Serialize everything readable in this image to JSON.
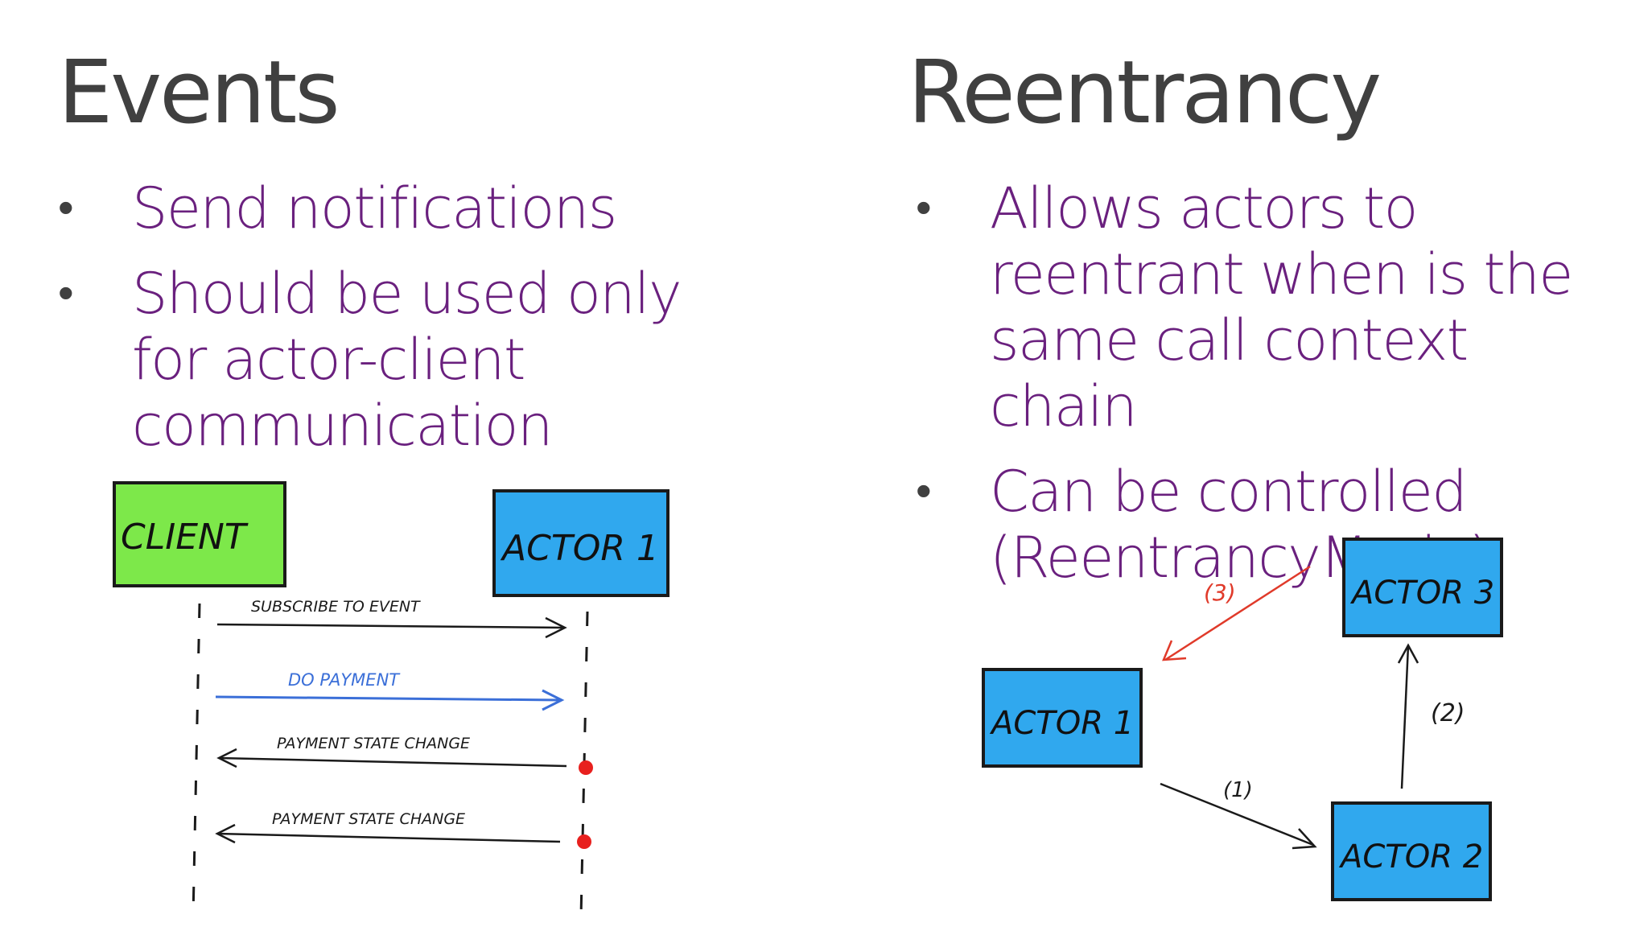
{
  "left": {
    "title": "Events",
    "bullets": [
      {
        "text": "Send notifications"
      },
      {
        "text": "Should be used only for actor-client communication"
      }
    ],
    "diagram": {
      "client_label": "CLIENT",
      "actor_label": "ACTOR 1",
      "messages": [
        {
          "label": "SUBSCRIBE TO EVENT",
          "direction": "right",
          "color": "#1a1a1a"
        },
        {
          "label": "DO PAYMENT",
          "direction": "right",
          "color": "#3b6fd8"
        },
        {
          "label": "PAYMENT STATE CHANGE",
          "direction": "left",
          "color": "#1a1a1a"
        },
        {
          "label": "PAYMENT STATE CHANGE",
          "direction": "left",
          "color": "#1a1a1a"
        }
      ],
      "colors": {
        "client_box": "#7de84a",
        "actor_box": "#30a8ee",
        "event_dot": "#e8201e"
      }
    }
  },
  "right": {
    "title": "Reentrancy",
    "bullets": [
      {
        "text": "Allows actors to reentrant when is the same call context chain"
      },
      {
        "text": "Can be controlled (ReentrancyMode)"
      }
    ],
    "diagram": {
      "actors": [
        {
          "label": "ACTOR 1"
        },
        {
          "label": "ACTOR 2"
        },
        {
          "label": "ACTOR 3"
        }
      ],
      "calls": [
        {
          "label": "(1)",
          "color": "#1a1a1a"
        },
        {
          "label": "(2)",
          "color": "#1a1a1a"
        },
        {
          "label": "(3)",
          "color": "#e03a2a"
        }
      ],
      "colors": {
        "actor_box": "#30a8ee"
      }
    }
  }
}
